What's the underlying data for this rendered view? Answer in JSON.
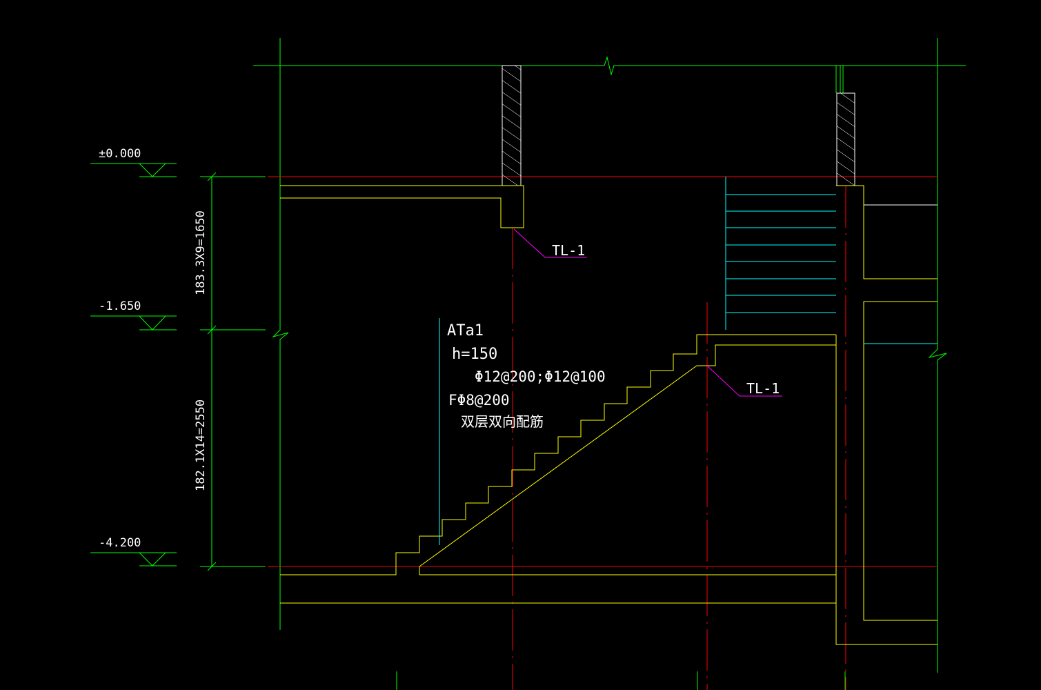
{
  "colors": {
    "background": "#000000",
    "green": "#00ff00",
    "red": "#ff0000",
    "yellow": "#ffff00",
    "white": "#ffffff",
    "cyan": "#00ffff",
    "magenta": "#ff00ff"
  },
  "levels": {
    "top": "±0.000",
    "mid": "-1.650",
    "bottom": "-4.200"
  },
  "dimensions": {
    "upper": "183.3X9=1650",
    "lower": "182.1X14=2550"
  },
  "beam_labels": {
    "upper": "TL-1",
    "lower": "TL-1"
  },
  "stair_spec": {
    "name": "ATa1",
    "thickness": "h=150",
    "main_rebar": "Φ12@200;Φ12@100",
    "dist_rebar": "FΦ8@200",
    "note": "双层双向配筋"
  }
}
